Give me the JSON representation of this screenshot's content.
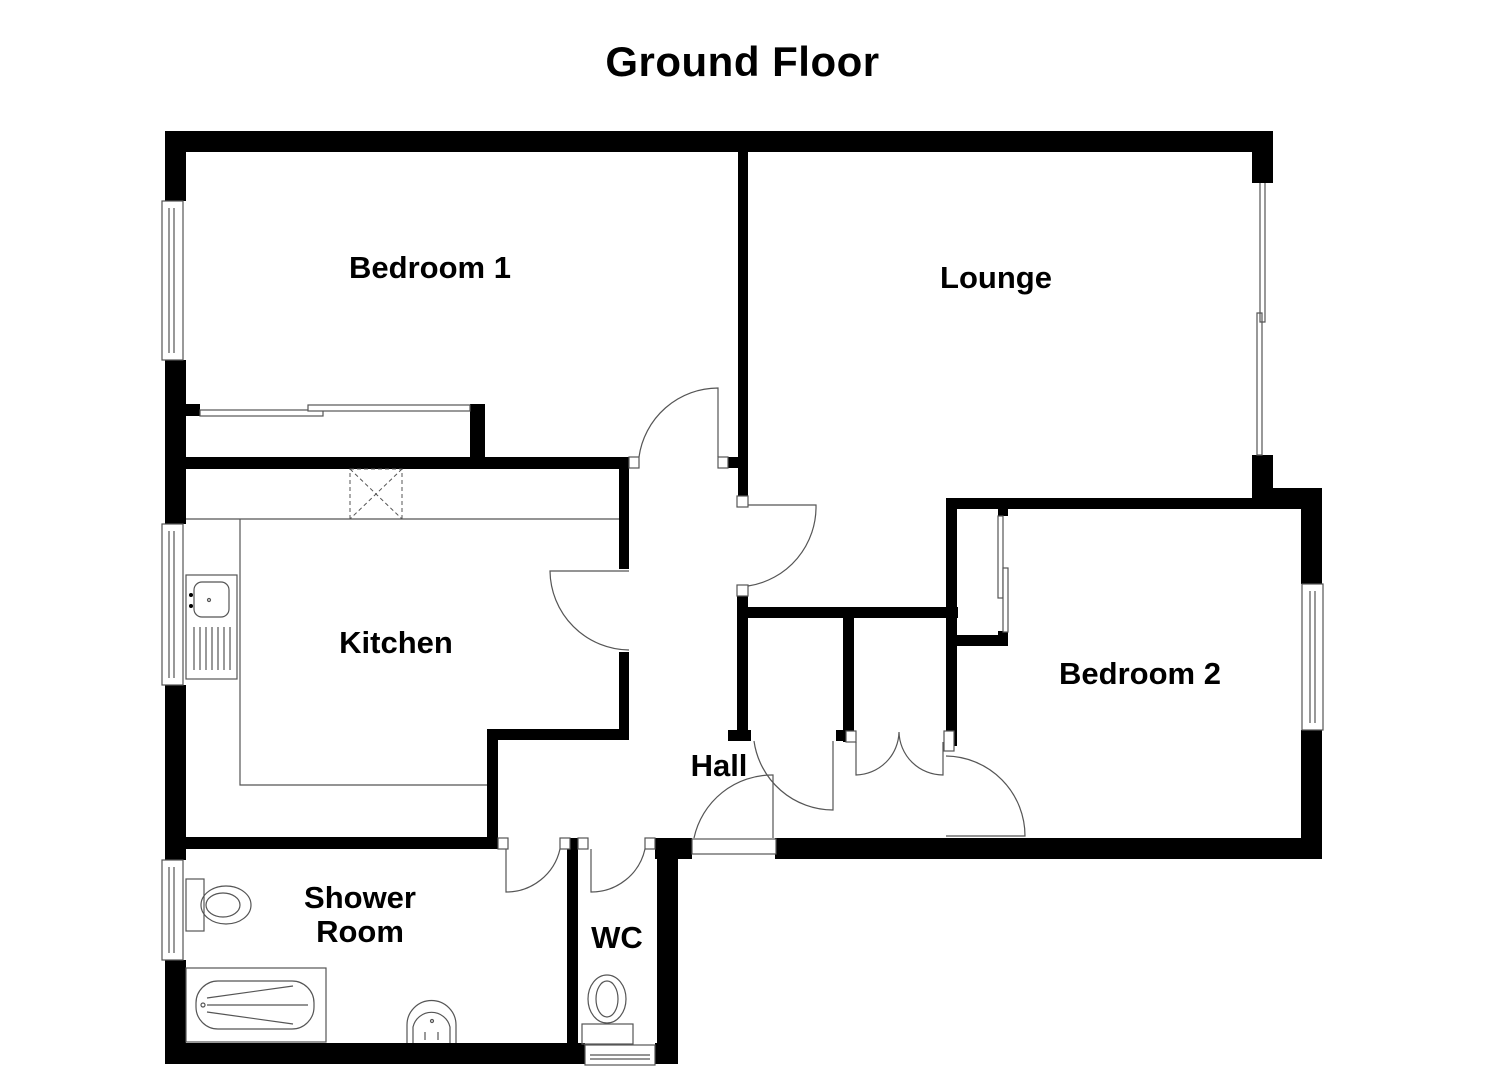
{
  "title": "Ground Floor",
  "colors": {
    "wall": "#000000",
    "fixture_line": "#555555",
    "background": "#ffffff"
  },
  "rooms": [
    {
      "id": "bedroom1",
      "label": "Bedroom 1"
    },
    {
      "id": "lounge",
      "label": "Lounge"
    },
    {
      "id": "kitchen",
      "label": "Kitchen"
    },
    {
      "id": "bedroom2",
      "label": "Bedroom 2"
    },
    {
      "id": "hall",
      "label": "Hall"
    },
    {
      "id": "shower",
      "label": "Shower\nRoom"
    },
    {
      "id": "wc",
      "label": "WC"
    }
  ],
  "fixtures": [
    "sink-icon",
    "drainer-icon",
    "cooker-hood-icon",
    "toilet-icon",
    "bath-icon",
    "basin-icon",
    "wardrobe-icon",
    "window-icon",
    "door-swing-icon"
  ]
}
